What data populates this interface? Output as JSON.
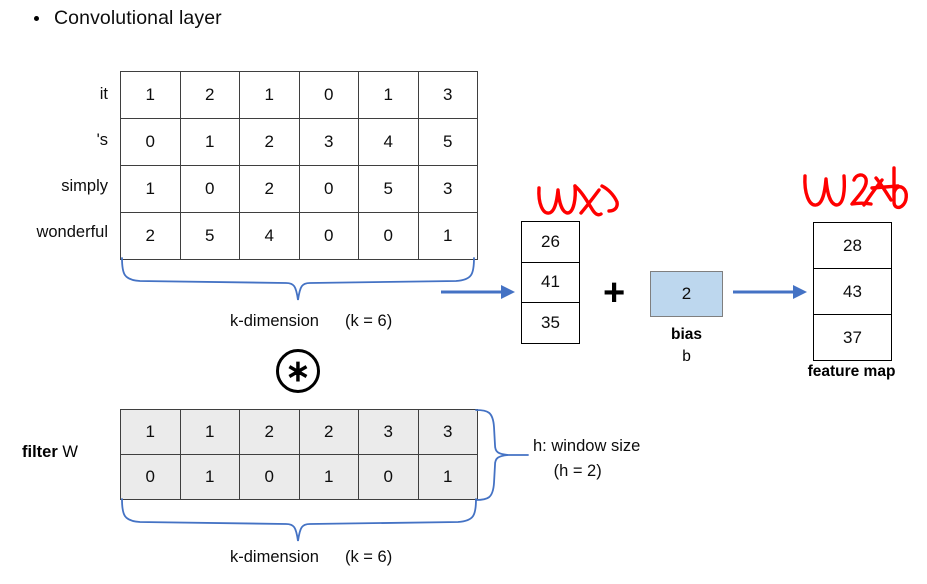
{
  "slide": {
    "bullet_label": "Convolutional layer"
  },
  "input_matrix": {
    "row_labels": [
      "it",
      "'s",
      "simply",
      "wonderful"
    ],
    "rows": [
      [
        1,
        2,
        1,
        0,
        1,
        3
      ],
      [
        0,
        1,
        2,
        3,
        4,
        5
      ],
      [
        1,
        0,
        2,
        0,
        5,
        3
      ],
      [
        2,
        5,
        4,
        0,
        0,
        1
      ]
    ],
    "brace_caption": "k-dimension",
    "brace_value": "(k = 6)"
  },
  "conv_operator": {
    "glyph": "∗",
    "name": "circled-asterisk"
  },
  "filter": {
    "label_bold": "filter",
    "label_plain": "W",
    "rows": [
      [
        1,
        1,
        2,
        2,
        3,
        3
      ],
      [
        0,
        1,
        0,
        1,
        0,
        1
      ]
    ],
    "brace_caption": "k-dimension",
    "brace_value": "(k = 6)",
    "window_caption": "h: window size",
    "window_value": "(h = 2)",
    "cell_fill": "#ebebeb"
  },
  "wx_vector": {
    "annotation": "Wx",
    "annotation_color": "#ff0000",
    "values": [
      26,
      41,
      35
    ]
  },
  "bias": {
    "value": 2,
    "label": "bias",
    "symbol": "b",
    "fill": "#bdd7ee"
  },
  "plus_sign": "+",
  "feature_map": {
    "annotation": "Wx+b",
    "annotation_color": "#ff0000",
    "values": [
      28,
      43,
      37
    ],
    "label": "feature map"
  },
  "colors": {
    "arrow_blue": "#4472c4",
    "brace_blue": "#4472c4",
    "grid_line": "#3f3f3f",
    "text": "#0d0d0d"
  }
}
